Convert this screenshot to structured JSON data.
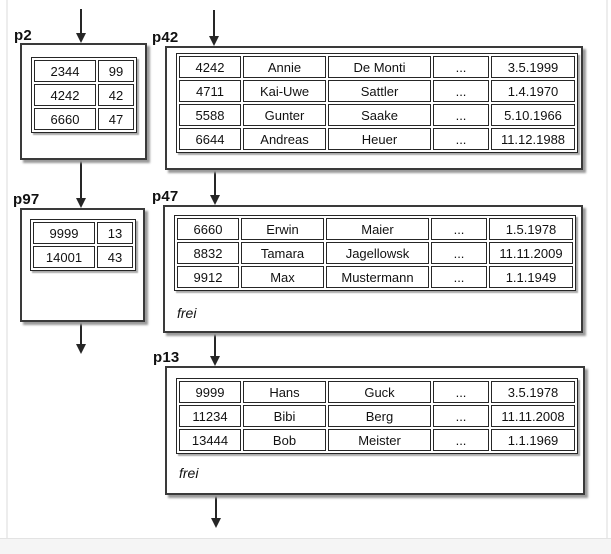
{
  "colors": {
    "background": "#ffffff",
    "line": "#262626",
    "box_border": "#3a3a3a",
    "shadow": "#9a9a9a",
    "frame_band": "#f5f5f5"
  },
  "pages": {
    "p2": {
      "label": "p2",
      "kind": "index-page",
      "rows": [
        [
          "2344",
          "99"
        ],
        [
          "4242",
          "42"
        ],
        [
          "6660",
          "47"
        ]
      ]
    },
    "p97": {
      "label": "p97",
      "kind": "index-page",
      "rows": [
        [
          "9999",
          "13"
        ],
        [
          "14001",
          "43"
        ]
      ]
    },
    "p42": {
      "label": "p42",
      "kind": "data-page",
      "rows": [
        [
          "4242",
          "Annie",
          "De Monti",
          "...",
          "3.5.1999"
        ],
        [
          "4711",
          "Kai-Uwe",
          "Sattler",
          "...",
          "1.4.1970"
        ],
        [
          "5588",
          "Gunter",
          "Saake",
          "...",
          "5.10.1966"
        ],
        [
          "6644",
          "Andreas",
          "Heuer",
          "...",
          "11.12.1988"
        ]
      ]
    },
    "p47": {
      "label": "p47",
      "kind": "data-page",
      "free_label": "frei",
      "rows": [
        [
          "6660",
          "Erwin",
          "Maier",
          "...",
          "1.5.1978"
        ],
        [
          "8832",
          "Tamara",
          "Jagellowsk",
          "...",
          "11.11.2009"
        ],
        [
          "9912",
          "Max",
          "Mustermann",
          "...",
          "1.1.1949"
        ]
      ]
    },
    "p13": {
      "label": "p13",
      "kind": "data-page",
      "free_label": "frei",
      "rows": [
        [
          "9999",
          "Hans",
          "Guck",
          "...",
          "3.5.1978"
        ],
        [
          "11234",
          "Bibi",
          "Berg",
          "...",
          "11.11.2008"
        ],
        [
          "13444",
          "Bob",
          "Meister",
          "...",
          "1.1.1969"
        ]
      ]
    }
  }
}
